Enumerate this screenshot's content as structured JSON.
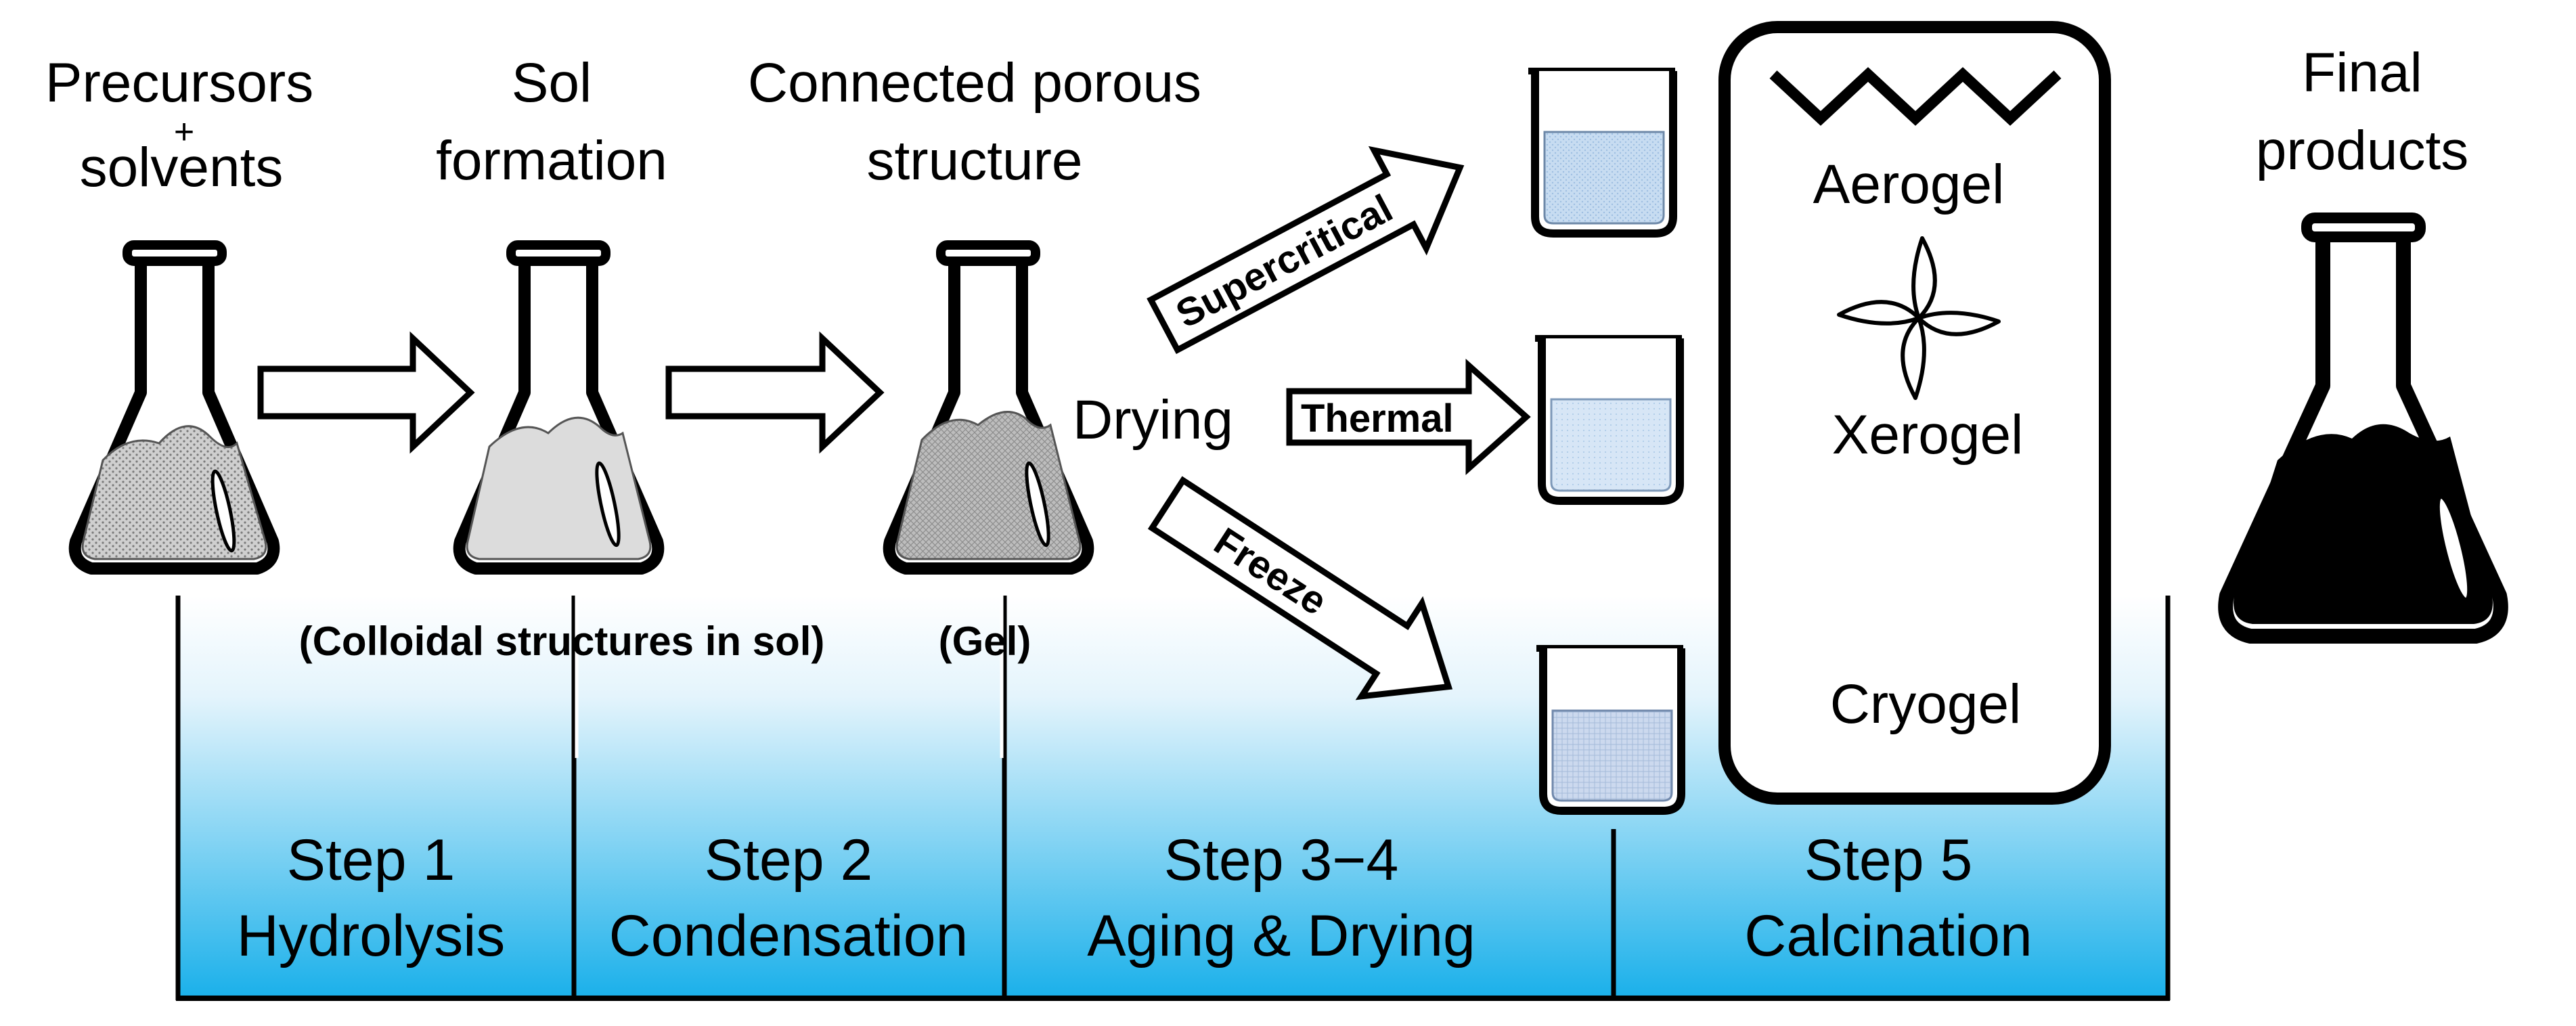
{
  "labels": {
    "precursors_line1": "Precursors",
    "precursors_plus": "+",
    "precursors_line2": "solvents",
    "sol_line1": "Sol",
    "sol_line2": "formation",
    "porous_line1": "Connected porous",
    "porous_line2": "structure",
    "final_line1": "Final",
    "final_line2": "products",
    "drying": "Drying",
    "colloidal_note": "(Colloidal structures in sol)",
    "gel_note": "(Gel)",
    "aerogel": "Aerogel",
    "xerogel": "Xerogel",
    "cryogel": "Cryogel"
  },
  "arrows": {
    "supercritical": "Supercritical",
    "thermal": "Thermal",
    "freeze": "Freeze"
  },
  "steps": [
    {
      "number": "Step 1",
      "name": "Hydrolysis"
    },
    {
      "number": "Step 2",
      "name": "Condensation"
    },
    {
      "number": "Step 3−4",
      "name": "Aging & Drying"
    },
    {
      "number": "Step 5",
      "name": "Calcination"
    }
  ],
  "colors": {
    "band_top": "#ffffff",
    "band_bottom": "#1ab0ea",
    "outline": "#000000",
    "precursor_liquid": "#8a8a8a",
    "sol_liquid": "#d9d9d9",
    "gel_liquid": "#a8a8a8",
    "final_liquid": "#000000",
    "beaker_liquid": "#b6d3ee"
  }
}
